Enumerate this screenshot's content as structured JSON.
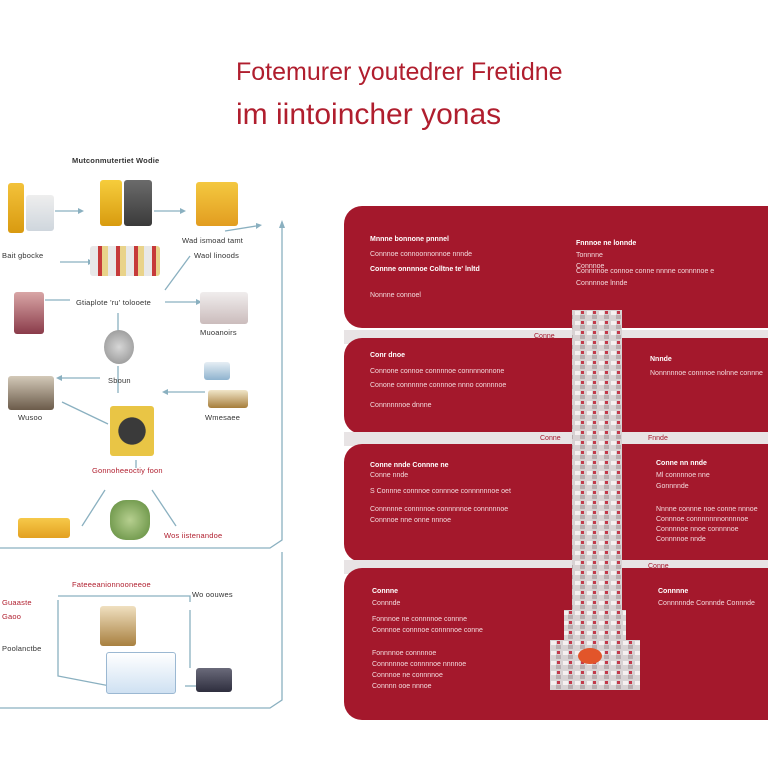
{
  "header": {
    "title_line1": "Fotemurer youtedrer  Fretidne",
    "title_line2": "im iintoincher yonas"
  },
  "left_diagram": {
    "top_caption": "Mutconmutertiet Wodie",
    "labels": [
      "Bait gbocke",
      "Wad ismoad tamt",
      "Waol linoods",
      "Gtiaplote 'ru' tolooete",
      "Sboun",
      "Muoanoirs",
      "Wusoo",
      "Wmesaee",
      "Gonnoheeoctiy foon",
      "Wos iistenandoe",
      "Fateeeanionnooneeoe",
      "Guaaste",
      "Wo oouwes",
      "Gaoo",
      "Poolanctbe"
    ],
    "accent_color": "#b01e2e"
  },
  "right_panel": {
    "band_color": "#a4182c",
    "band1_left": [
      "Mnnne bonnone pnnnel",
      "Connnoe connoonnonnoe nnnde",
      "Connne onnnnoe  Colltne te' lnltd",
      "Nonnne connoel"
    ],
    "band1_right": [
      "Fnnnoe ne lonnde",
      "Tonnnne",
      "Connnoe",
      "Connnnoe connoe conne nnnne  connnnoe e",
      "Connnnoe lnnde"
    ],
    "gap1_label": "Conne",
    "band2_left": [
      "Conr dnoe",
      "Connone connoe connnnoe connnnonnone",
      "Conone connnnne connnoe nnno  connnnoe",
      "Connnnnnoe dnnne"
    ],
    "band2_right": [
      "Nnnde",
      "Nonnnnnoe connnoe nolnne connne"
    ],
    "gap2_labels": [
      "Conne",
      "Fnnde"
    ],
    "band3_left": [
      "Conne nnde  Connne ne",
      "Conne nnde",
      "S Connne connnoe connnoe connnnnnoe oet",
      "Connnnne connnnoe  connnnnoe connnnnoe",
      "Connnoe nne onne nnnoe"
    ],
    "band3_right": [
      "Conne nn nnde",
      "Ml connnnoe nne",
      "Gonnnnde",
      "Nnnne connne noe conne nnnoe",
      "Connnoe connnnnnnonnnnoe",
      "Connnnoe nnoe connnnoe",
      "Connnnoe nnde"
    ],
    "gap3_label": "Conne",
    "band4_left": [
      "Connne",
      "Connnde",
      "Fonnnoe ne connnnoe connne",
      "Connnoe connnoe connnnoe conne",
      "Fonnnnoe connnnoe",
      "Connnnnoe connnnoe  nnnnoe",
      "Connnoe ne connnnoe",
      "Connnn ooe nnnoe"
    ],
    "band4_right": [
      "Connnne",
      "Connnnnde  Connnde  Connnde"
    ]
  }
}
